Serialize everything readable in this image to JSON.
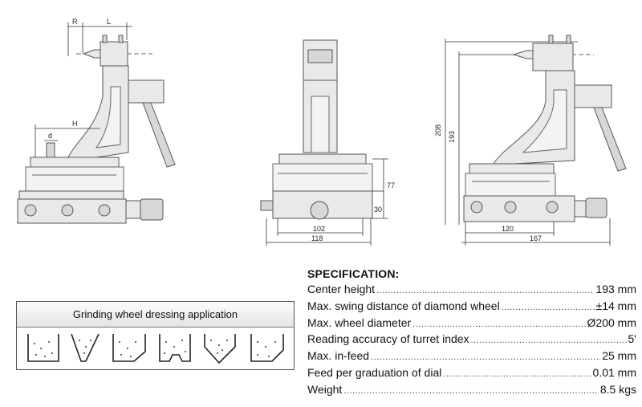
{
  "drawing_labels": {
    "view1": {
      "r": "R",
      "l": "L",
      "h": "H",
      "d": "d"
    },
    "view2": {
      "height_77": "77",
      "height_30": "30",
      "width_102": "102",
      "width_118": "118"
    },
    "view3": {
      "height_208": "208",
      "height_193": "193",
      "width_120": "120",
      "width_167": "167"
    }
  },
  "specification": {
    "title": "SPECIFICATION:",
    "rows": [
      {
        "label": "Center height",
        "value": "193 mm"
      },
      {
        "label": "Max. swing distance of diamond wheel",
        "value": "±14 mm"
      },
      {
        "label": "Max. wheel diameter",
        "value": "Ø200 mm"
      },
      {
        "label": "Reading accuracy of turret index",
        "value": "5'"
      },
      {
        "label": "Max. in-feed",
        "value": "25 mm"
      },
      {
        "label": "Feed per graduation of dial",
        "value": "0.01 mm"
      },
      {
        "label": "Weight",
        "value": "8.5 kgs"
      }
    ]
  },
  "dressing": {
    "title": "Grinding wheel dressing application"
  }
}
